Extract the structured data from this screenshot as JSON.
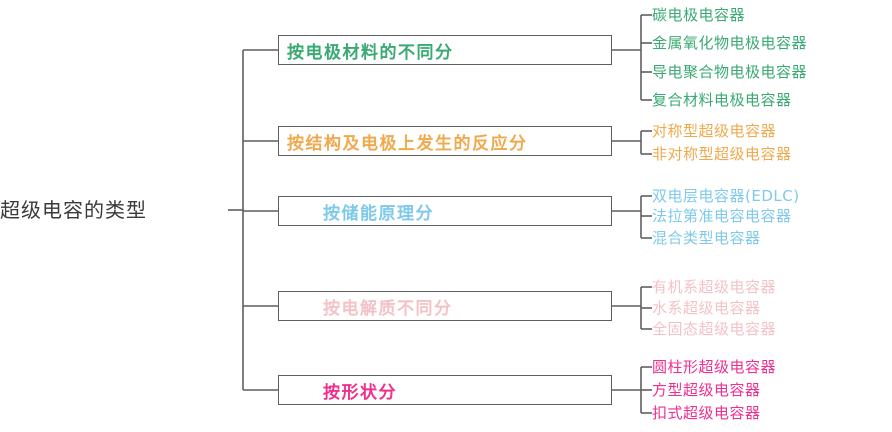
{
  "diagram": {
    "type": "tree-mindmap",
    "root": {
      "label": "超级电容的类型",
      "color": "#3a3a3a"
    },
    "line_color": "#5f5f5f",
    "branches": [
      {
        "label": "按电极材料的不同分",
        "color": "#3aaa72",
        "color_class": "c-green",
        "indent": false,
        "leaves": [
          "碳电极电容器",
          "金属氧化物电极电容器",
          "导电聚合物电极电容器",
          "复合材料电极电容器"
        ]
      },
      {
        "label": "按结构及电极上发生的反应分",
        "color": "#f0a94c",
        "color_class": "c-orange",
        "indent": false,
        "leaves": [
          "对称型超级电容器",
          "非对称型超级电容器"
        ]
      },
      {
        "label": "按储能原理分",
        "color": "#7fc9ea",
        "color_class": "c-blue",
        "indent": true,
        "leaves": [
          "双电层电容器(EDLC)",
          "法拉第准电容电容器",
          "混合类型电容器"
        ]
      },
      {
        "label": "按电解质不同分",
        "color": "#f4c2c6",
        "color_class": "c-pink",
        "indent": true,
        "leaves": [
          "有机系超级电容器",
          "水系超级电容器",
          "全固态超级电容器"
        ]
      },
      {
        "label": "按形状分",
        "color": "#ee2f8f",
        "color_class": "c-magenta",
        "indent": true,
        "leaves": [
          "圆柱形超级电容器",
          "方型超级电容器",
          "扣式超级电容器"
        ]
      }
    ]
  }
}
